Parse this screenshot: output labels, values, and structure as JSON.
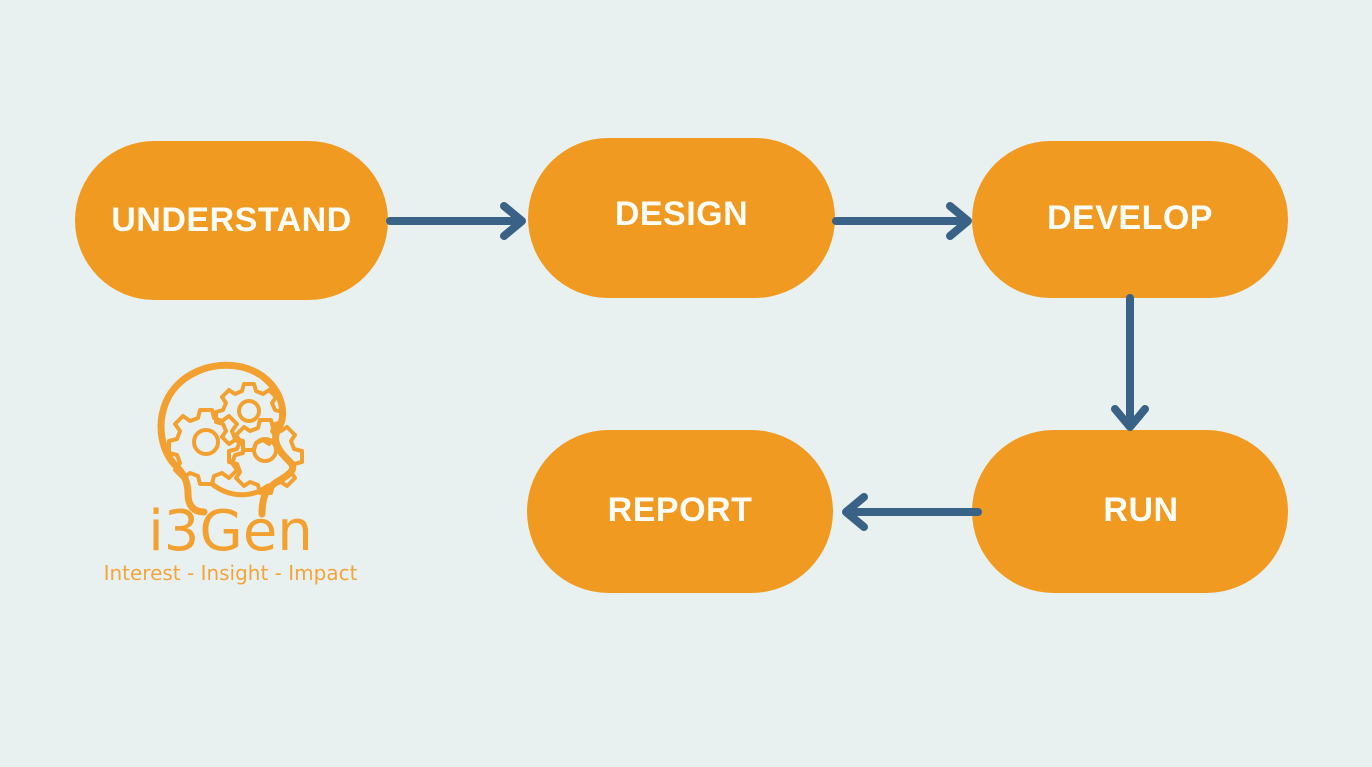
{
  "diagram": {
    "title": "i3Gen process flow",
    "background_color": "#e9f1f0",
    "node_color": "#f09a21",
    "node_text_color": "#fffdf7",
    "arrow_color": "#3a6186",
    "nodes": [
      {
        "id": "understand",
        "label": "UNDERSTAND"
      },
      {
        "id": "design",
        "label": "DESIGN"
      },
      {
        "id": "develop",
        "label": "DEVELOP"
      },
      {
        "id": "run",
        "label": "RUN"
      },
      {
        "id": "report",
        "label": "REPORT"
      }
    ],
    "connectors": [
      {
        "id": "understand-design",
        "from": "understand",
        "to": "design",
        "direction": "right"
      },
      {
        "id": "design-develop",
        "from": "design",
        "to": "develop",
        "direction": "right"
      },
      {
        "id": "develop-run",
        "from": "develop",
        "to": "run",
        "direction": "down"
      },
      {
        "id": "run-report",
        "from": "run",
        "to": "report",
        "direction": "left"
      }
    ]
  },
  "logo": {
    "wordmark": "i3Gen",
    "tagline": "Interest - Insight - Impact",
    "color": "#f2a030",
    "mark_description": "head-profile-with-gears"
  }
}
